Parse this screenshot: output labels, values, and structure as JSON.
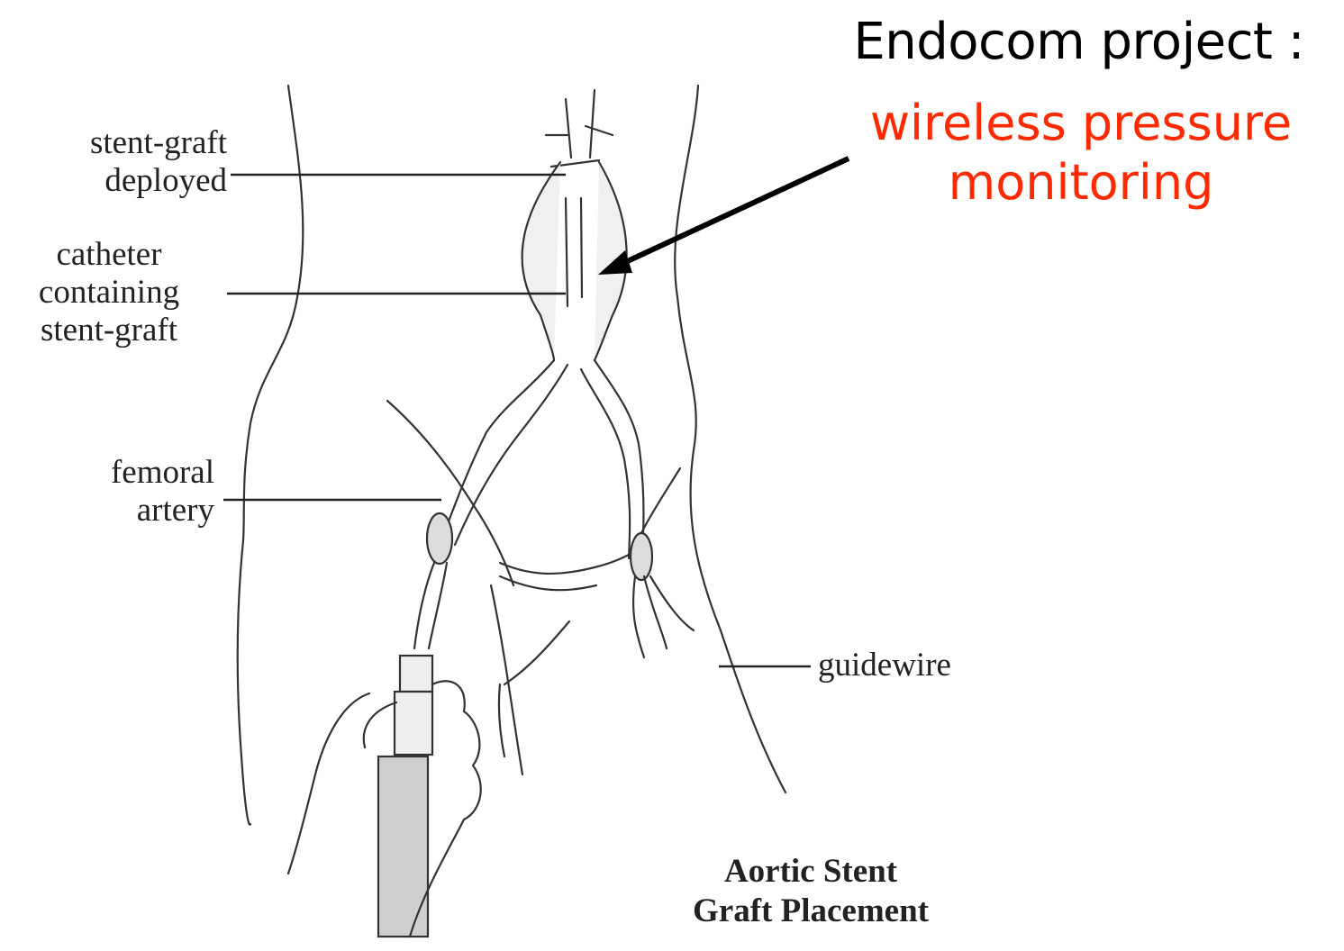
{
  "title": "Endocom project :",
  "subtitle": "wireless pressure\nmonitoring",
  "colors": {
    "accent": "#ff2a00",
    "ink": "#000000",
    "drawing": "#333333"
  },
  "labels": {
    "stent_graft_deployed": "stent-graft\ndeployed",
    "catheter": "catheter\ncontaining\nstent-graft",
    "femoral_artery": "femoral\nartery",
    "guidewire": "guidewire"
  },
  "caption": "Aortic Stent\nGraft Placement"
}
